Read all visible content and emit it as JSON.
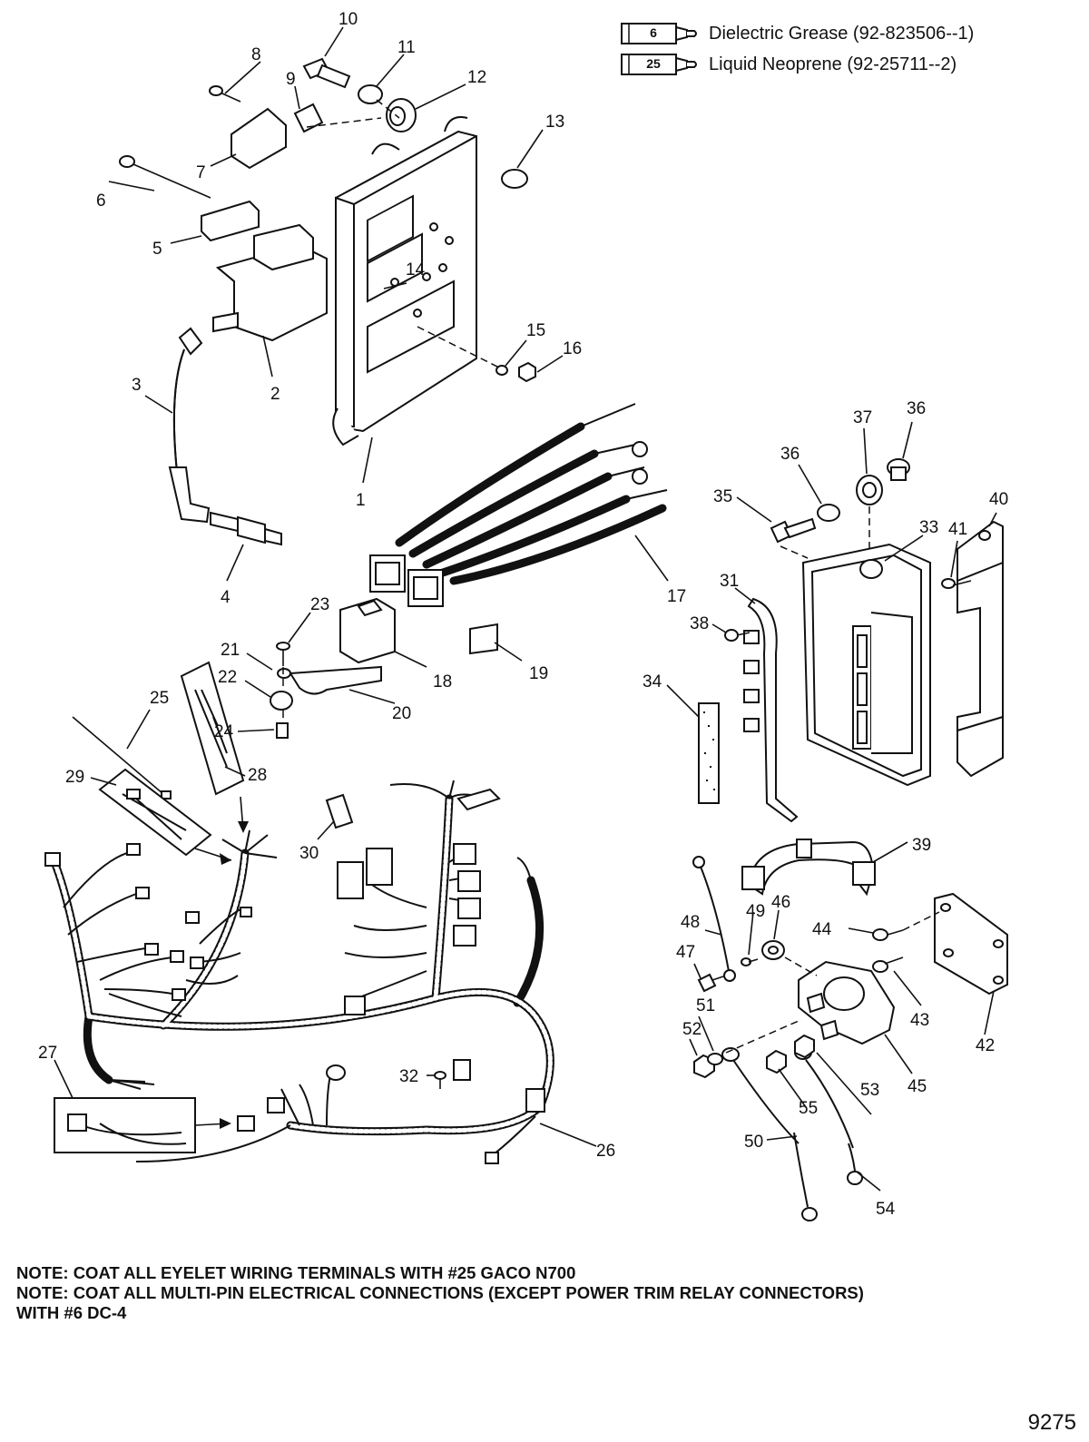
{
  "legend": [
    {
      "number": "6",
      "label": "Dielectric Grease (92-823506--1)"
    },
    {
      "number": "25",
      "label": "Liquid Neoprene (92-25711--2)"
    }
  ],
  "callouts": {
    "c1": "1",
    "c2": "2",
    "c3": "3",
    "c4": "4",
    "c5": "5",
    "c6": "6",
    "c7": "7",
    "c8": "8",
    "c9": "9",
    "c10": "10",
    "c11": "11",
    "c12": "12",
    "c13": "13",
    "c14": "14",
    "c15": "15",
    "c16": "16",
    "c17": "17",
    "c18": "18",
    "c19": "19",
    "c20": "20",
    "c21": "21",
    "c22": "22",
    "c23": "23",
    "c24": "24",
    "c25": "25",
    "c26": "26",
    "c27": "27",
    "c28": "28",
    "c29": "29",
    "c30": "30",
    "c31": "31",
    "c32": "32",
    "c33": "33",
    "c34": "34",
    "c35": "35",
    "c36a": "36",
    "c36b": "36",
    "c37": "37",
    "c38": "38",
    "c39": "39",
    "c40": "40",
    "c41": "41",
    "c42": "42",
    "c43": "43",
    "c44": "44",
    "c45": "45",
    "c46": "46",
    "c47": "47",
    "c48": "48",
    "c49": "49",
    "c50": "50",
    "c51": "51",
    "c52": "52",
    "c53": "53",
    "c54": "54",
    "c55": "55"
  },
  "notes": [
    "NOTE: COAT ALL EYELET WIRING TERMINALS WITH #25 GACO N700",
    "NOTE: COAT ALL MULTI-PIN ELECTRICAL CONNECTIONS (EXCEPT POWER TRIM RELAY CONNECTORS)",
    "WITH #6 DC-4"
  ],
  "figure_number": "9275"
}
